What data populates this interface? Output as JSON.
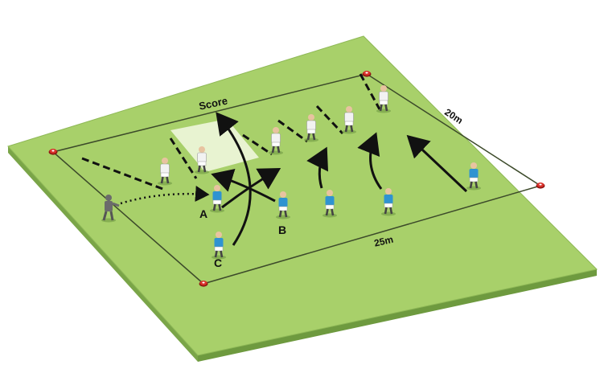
{
  "labels": {
    "score": "Score",
    "width": "20m",
    "length": "25m",
    "player_a": "A",
    "player_b": "B",
    "player_c": "C"
  },
  "colors": {
    "pitch": "#a8d06a",
    "pitch_edge": "#8fb957",
    "pitch_shadow": "#7aa548",
    "boundary_line": "#3c4a2a",
    "score_zone": "#eef6dd",
    "cone": "#d9302a",
    "attacker_shirt": "#2f93d1",
    "defender_shirt": "#f2f2f2",
    "coach": "#6b6b6b",
    "arrow": "#111111"
  },
  "icons": {
    "cone": "marker-cone-icon",
    "coach": "coach-figure-icon",
    "attacker": "blue-player-icon",
    "defender": "white-player-icon"
  }
}
